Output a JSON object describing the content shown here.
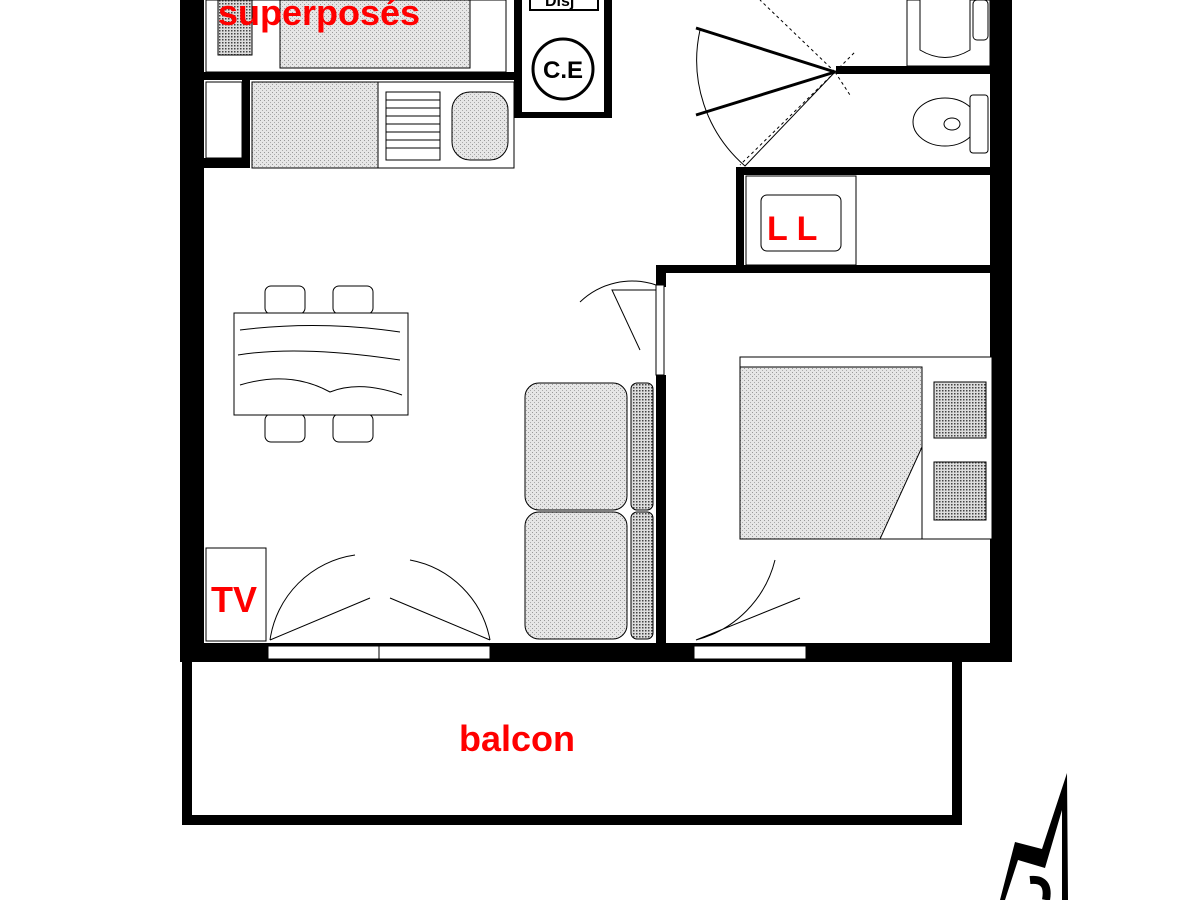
{
  "labels": {
    "bunk_beds": "superposés",
    "breaker": "Disj",
    "water_heater": "C.E",
    "washing_machine": "L L",
    "tv": "TV",
    "balcony": "balcon"
  },
  "colors": {
    "label": "#ff0000",
    "wall": "#000000",
    "hatch": "#d8d8d8"
  }
}
